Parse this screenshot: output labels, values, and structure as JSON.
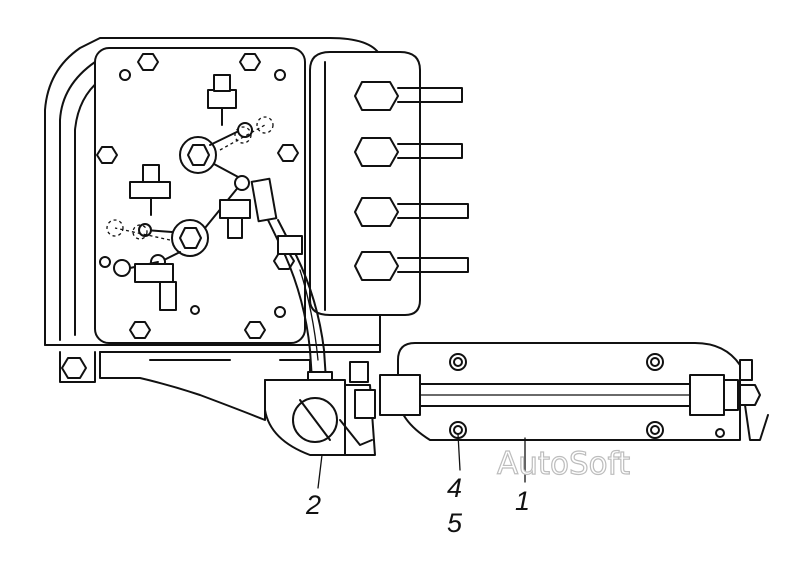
{
  "callouts": {
    "c1": "1",
    "c2": "2",
    "c4": "4",
    "c5": "5"
  },
  "watermark": "AutoSoft"
}
